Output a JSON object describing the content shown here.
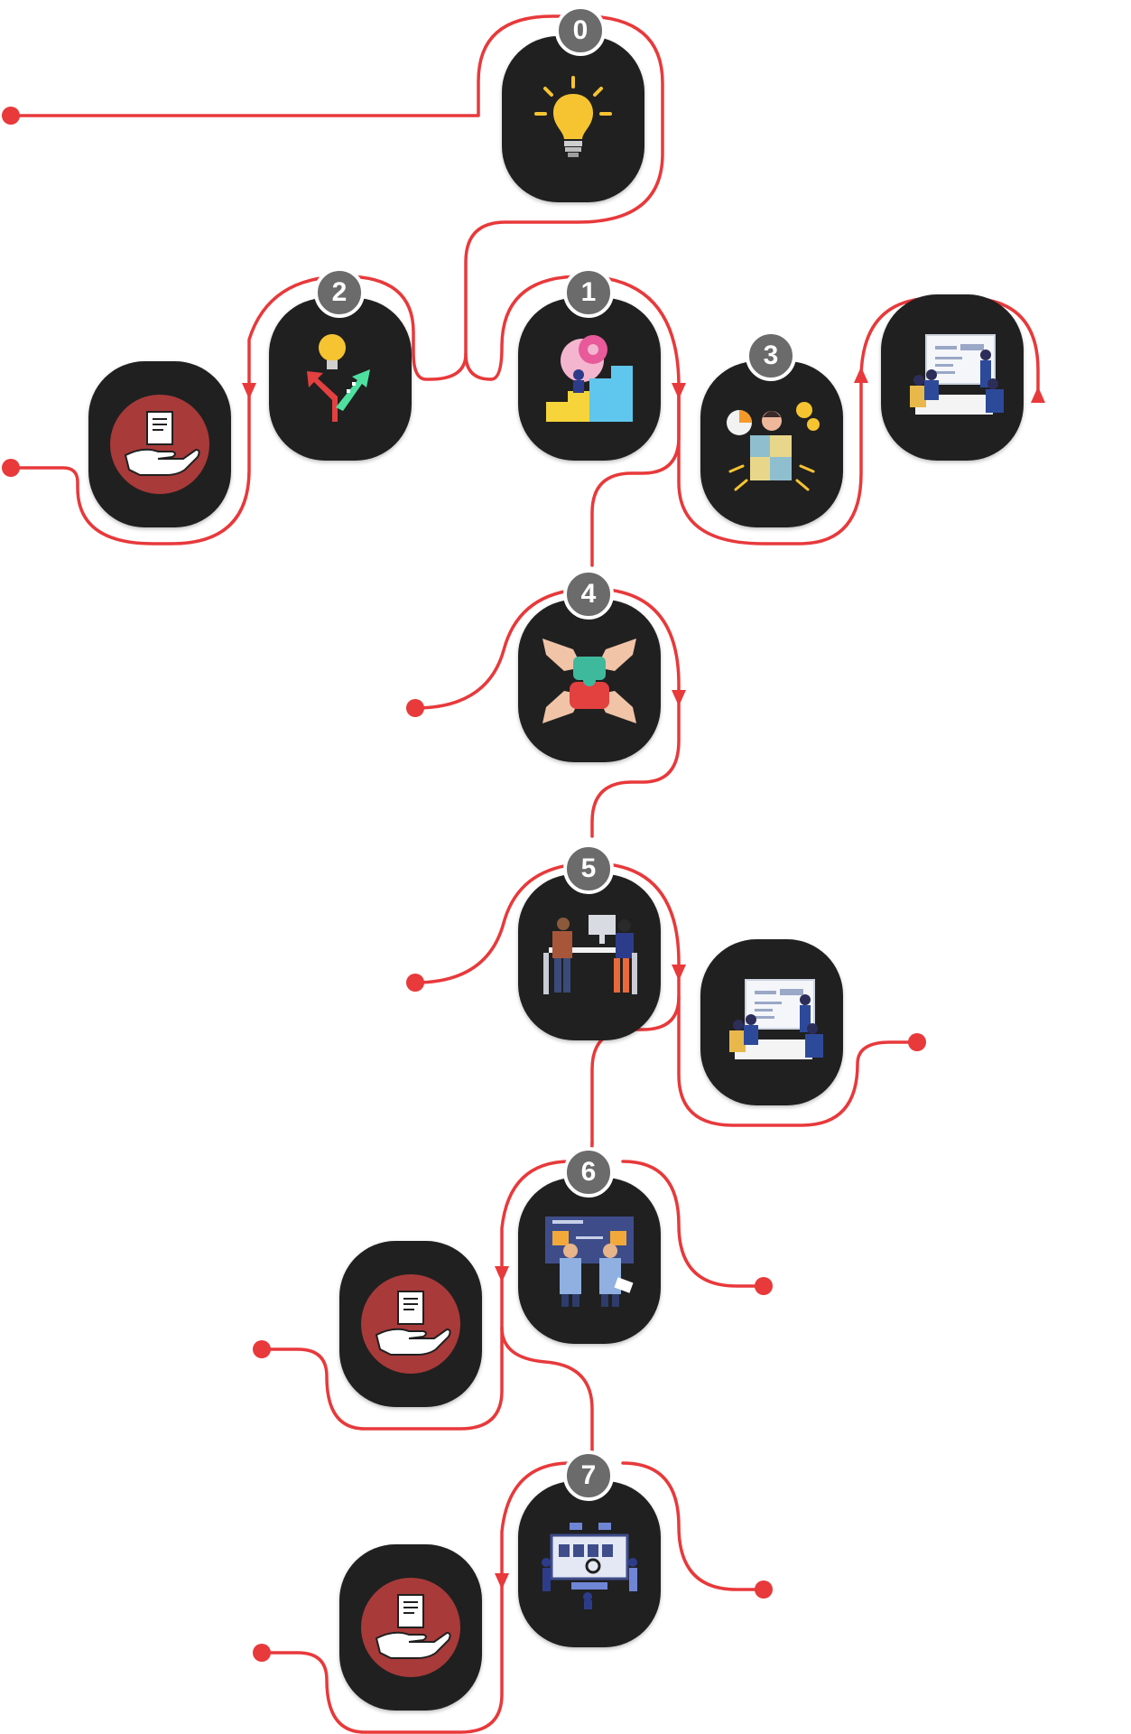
{
  "diagram": {
    "nodes": [
      {
        "id": "0",
        "badge": "0",
        "icon": "lightbulb-icon"
      },
      {
        "id": "1",
        "badge": "1",
        "icon": "growth-steps-icon"
      },
      {
        "id": "2",
        "badge": "2",
        "icon": "idea-arrows-icon"
      },
      {
        "id": "3",
        "badge": "3",
        "icon": "puzzle-person-icon"
      },
      {
        "id": "4",
        "badge": "4",
        "icon": "teamwork-hands-icon"
      },
      {
        "id": "5",
        "badge": "5",
        "icon": "office-meeting-icon"
      },
      {
        "id": "6",
        "badge": "6",
        "icon": "strategy-board-icon"
      },
      {
        "id": "7",
        "badge": "7",
        "icon": "dashboard-team-icon"
      },
      {
        "id": "doc-1",
        "badge": "",
        "icon": "document-hand-icon"
      },
      {
        "id": "plan-1",
        "badge": "",
        "icon": "plan-presentation-icon"
      },
      {
        "id": "plan-2",
        "badge": "",
        "icon": "plan-presentation-icon"
      },
      {
        "id": "doc-2",
        "badge": "",
        "icon": "document-hand-icon"
      },
      {
        "id": "doc-3",
        "badge": "",
        "icon": "document-hand-icon"
      }
    ],
    "colors": {
      "line": "#e8393b",
      "card": "#202020",
      "badge": "#6b6b6b",
      "doc_circle": "#a83a3a"
    }
  }
}
